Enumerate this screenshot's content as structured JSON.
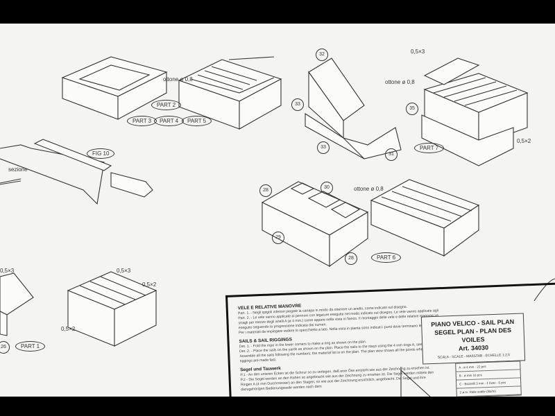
{
  "drawings": {
    "part_labels": [
      "PART 1",
      "PART 2",
      "PART 3",
      "PART 4",
      "PART 5",
      "PART 6",
      "PART 7"
    ],
    "fig": "FIG 10",
    "section": "sezione",
    "wire_label_1": "ottone ø 0,8",
    "wire_label_2": "ottone ø 0,8",
    "wire_label_3": "ottone ø 0,8",
    "plank_a": "0,5×3",
    "plank_b": "0,5×2",
    "plank_c": "0,5×3",
    "plank_d": "0,5×2",
    "plank_e": "0,5×3",
    "plank_f": "0,5×2",
    "numbers": {
      "n26": "26",
      "n28a": "28",
      "n28b": "28",
      "n29": "29",
      "n30": "30",
      "n31": "31",
      "n32": "32",
      "n33": "33",
      "n35": "35"
    }
  },
  "instructions": {
    "it_heading": "VELE E RELATIVE MANOVRE",
    "it_p1": "Part. 1. - Negli spigoli inferiori piegate la canapa in modo da ottenere un anello, come indicato sul disegno.",
    "it_p2": "Part. 2. - Le vele vanno applicate ai pennoni con legature eseguite nel modo indicato sul disegno. Le vele vanno applicate agli stragli per mezzo degli anelli A (ø 4 mm.) come appare nella vista in fianco. Il montaggio delle vele e delle relative manovre va eseguito seguendo la progressione indicata dai numeri.",
    "it_p3": "Per i materiali da impiegare vedere lo specchietto a lato. Nella vista in pianta sono indicati i punti dove terminano le manovre.",
    "en_heading": "SAILS & SAIL RIGGINGS",
    "en_p1": "Det. 1. - Fold the rope in the lower corners to make a ring as shown on the plan.",
    "en_p2": "Det. 2. - Place the sails on the yards as shown on the plan. Place the sails to the stays using the 4 mm rings A, see draw.",
    "en_p3": "Assemble all the sails following the numbers; the material list is on the plan. The plan view shows all the points where the riggings are made fast.",
    "de_heading": "Segel und Tauwerk",
    "de_p1": "P.1 - An den unteren Ecken ist die Schnur so zu verlegen, daß eine Öse entsteht wie aus der Zeichnung zu ersehen ist.",
    "de_p2": "P.2 - Die Segel werden an den Rahen so angebracht wie aus der Zeichnung zu ersehen ist. Die Segel werden mittels den Ringen A (4 mm Durchmesser) an den Stagen, so wie aus der Zeichnung ersichtlich, angebracht. Die Segel und ihre dazugehörigen Bedienungsseile werden nach dem"
  },
  "title_block": {
    "line1": "PIANO VELICO - SAIL PLAN",
    "line2": "SEGEL PLAN - PLAN DES VOILES",
    "article": "Art. 34030",
    "scale": "SCALA - SCALE - MAßSTAB - ECHELLE 1:2,5"
  },
  "legend": [
    "A - ø 4 mm - 22 pcs",
    "B - ø mm 16 pcs",
    "C - Bozzelli 3 mm - 1 fixes - 6 pcs",
    "2 ø m. Raile sottile (filo/m)"
  ]
}
